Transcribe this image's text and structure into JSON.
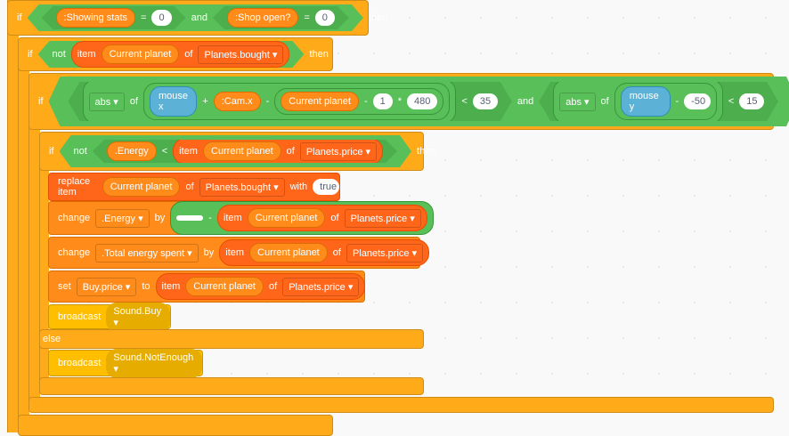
{
  "kw": {
    "if": "if",
    "then": "then",
    "and": "and",
    "not": "not",
    "item": "item",
    "of": "of",
    "eq": "=",
    "lt": "<",
    "plus": "+",
    "minus": "-",
    "times": "*",
    "else": "else",
    "with": "with",
    "by": "by",
    "to": "to",
    "replace": "replace item",
    "change": "change",
    "set": "set",
    "broadcast": "broadcast"
  },
  "if1": {
    "var1": ":Showing stats",
    "val1": "0",
    "var2": ":Shop open?",
    "val2": "0"
  },
  "if2": {
    "var": "Current planet",
    "list": "Planets.bought"
  },
  "if3": {
    "func1": "abs",
    "sense1": "mouse x",
    "var1": ":Cam.x",
    "var2": "Current planet",
    "n1": "1",
    "n2": "480",
    "n3": "35",
    "func2": "abs",
    "sense2": "mouse y",
    "n4": "-50",
    "n5": "15"
  },
  "if4": {
    "var1": ".Energy",
    "var2": "Current planet",
    "list": "Planets.price"
  },
  "replace": {
    "var": "Current planet",
    "list": "Planets.bought",
    "value": "true"
  },
  "change1": {
    "var": ".Energy",
    "empty": "",
    "item": "Current planet",
    "list": "Planets.price"
  },
  "change2": {
    "var": ".Total energy spent",
    "item": "Current planet",
    "list": "Planets.price"
  },
  "set": {
    "var": "Buy.price",
    "item": "Current planet",
    "list": "Planets.price"
  },
  "broadcast1": {
    "msg": "Sound.Buy"
  },
  "broadcast2": {
    "msg": "Sound.NotEnough"
  }
}
